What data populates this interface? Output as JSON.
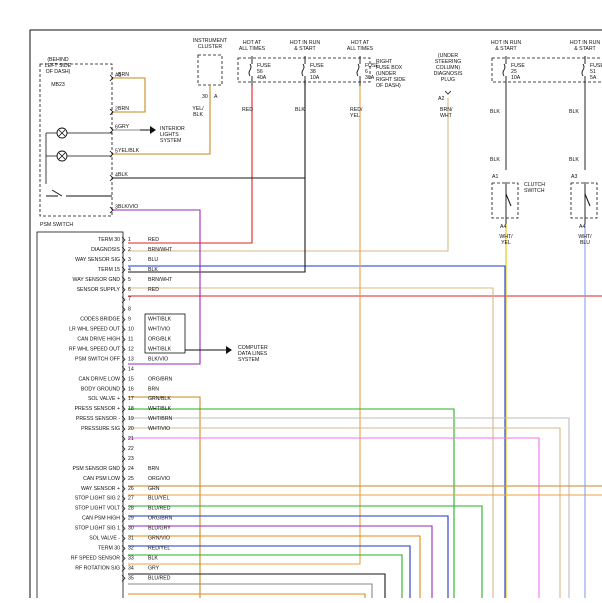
{
  "colors": {
    "RED": "#e02020",
    "BLK": "#1a1a1a",
    "BLU": "#1f37c9",
    "BRN": "#c98a1c",
    "YEL": "#e6c200",
    "GRN": "#24b024",
    "ORG": "#e38a12",
    "VIO": "#9a28b8",
    "PINK": "#ee74ee",
    "GRY": "#8a8a8a",
    "ltgray": "#bdbdbd",
    "tan": "#d8b888",
    "orange": "#eda040"
  },
  "top": {
    "behind_dash": [
      "(BEHIND",
      "LEFT SIDE",
      "OF DASH)",
      "MB23"
    ],
    "instrument_cluster": [
      "INSTRUMENT",
      "CLUSTER"
    ],
    "cluster_pin": [
      "30",
      "A"
    ],
    "cluster_wire": [
      "YEL/",
      "BLK"
    ],
    "fuse_box": [
      {
        "hdr": [
          "HOT AT",
          "ALL TIMES"
        ],
        "fuse": [
          "FUSE",
          "56",
          "40A"
        ],
        "wire": [
          "RED"
        ]
      },
      {
        "hdr": [
          "HOT IN RUN",
          "& START"
        ],
        "fuse": [
          "FUSE",
          "38",
          "10A"
        ],
        "wire": [
          "BLK"
        ]
      },
      {
        "hdr": [
          "HOT AT",
          "ALL TIMES"
        ],
        "fuse": [
          "FUSE",
          "6",
          "30A"
        ],
        "wire": [
          "RED/",
          "YEL"
        ]
      }
    ],
    "right_fuse_box": [
      "RIGHT",
      "FUSE BOX",
      "(UNDER",
      "RIGHT SIDE",
      "OF DASH)"
    ],
    "diag_plug": [
      "(UNDER",
      "STEERING",
      "COLUMN)",
      "DIAGNOSIS",
      "PLUG"
    ],
    "diag_pin": "A2",
    "diag_wire": [
      "BRN/",
      "WHT"
    ],
    "right_fuses": [
      {
        "hdr": [
          "HOT IN RUN",
          "& START"
        ],
        "fuse": [
          "FUSE",
          "25",
          "10A"
        ],
        "w1": "BLK",
        "w2": "BLK",
        "pin": "A1",
        "pin2": "A4",
        "wire": [
          "WHT/",
          "YEL"
        ]
      },
      {
        "hdr": [
          "HOT IN RUN",
          "& START"
        ],
        "fuse": [
          "FUSE",
          "51",
          "5A"
        ],
        "w1": "BLK",
        "w2": "BLK",
        "pin": "A3",
        "pin2": "A4",
        "wire": [
          "WHT/",
          "BLU"
        ]
      }
    ],
    "clutch_switch": [
      "CLUTCH",
      "SWITCH"
    ]
  },
  "psm": {
    "switch_label": "PSM SWITCH",
    "pins": [
      {
        "pin": "A1",
        "wire": "BRN"
      },
      {
        "pin": "2",
        "wire": "BRN"
      },
      {
        "pin": "6",
        "wire": "GRY"
      },
      {
        "pin": "5",
        "wire": "YEL/BLK"
      },
      {
        "pin": "4",
        "wire": "BLK"
      },
      {
        "pin": "3",
        "wire": "BLK/VIO"
      }
    ],
    "interior_lights": [
      "INTERIOR",
      "LIGHTS",
      "SYSTEM"
    ]
  },
  "module": {
    "rows": [
      {
        "label": "TERM 30",
        "pin": "1",
        "wire": "RED"
      },
      {
        "label": "DIAGNOSIS",
        "pin": "2",
        "wire": "BRN/WHT"
      },
      {
        "label": "WAY SENSOR SIG",
        "pin": "3",
        "wire": "BLU"
      },
      {
        "label": "TERM 15",
        "pin": "4",
        "wire": "BLK"
      },
      {
        "label": "WAY SENSOR GND",
        "pin": "5",
        "wire": "BRN/WHT"
      },
      {
        "label": "SENSOR SUPPLY",
        "pin": "6",
        "wire": "RED"
      },
      {
        "label": "",
        "pin": "7",
        "wire": ""
      },
      {
        "label": "",
        "pin": "8",
        "wire": ""
      },
      {
        "label": "CODES BRIDGE",
        "pin": "9",
        "wire": "WHT/BLK"
      },
      {
        "label": "LR WHL SPEED OUT",
        "pin": "10",
        "wire": "WHT/VIO"
      },
      {
        "label": "CAN DRIVE HIGH",
        "pin": "11",
        "wire": "ORG/BLK"
      },
      {
        "label": "RF WHL SPEED OUT",
        "pin": "12",
        "wire": "WHT/BLK"
      },
      {
        "label": "PSM SWITCH OFF",
        "pin": "13",
        "wire": "BLK/VIO"
      },
      {
        "label": "",
        "pin": "14",
        "wire": ""
      },
      {
        "label": "CAN DRIVE LOW",
        "pin": "15",
        "wire": "ORG/BRN"
      },
      {
        "label": "BODY GROUND",
        "pin": "16",
        "wire": "BRN"
      },
      {
        "label": "SOL VALVE +",
        "pin": "17",
        "wire": "GRN/BLK"
      },
      {
        "label": "PRESS SENSOR +",
        "pin": "18",
        "wire": "WHT/BLK"
      },
      {
        "label": "PRESS SENSOR -",
        "pin": "19",
        "wire": "WHT/BRN"
      },
      {
        "label": "PRESSURE SIG",
        "pin": "20",
        "wire": "WHT/VIO"
      },
      {
        "label": "",
        "pin": "21",
        "wire": ""
      },
      {
        "label": "",
        "pin": "22",
        "wire": ""
      },
      {
        "label": "",
        "pin": "23",
        "wire": ""
      },
      {
        "label": "PSM SENSOR GND",
        "pin": "24",
        "wire": "BRN"
      },
      {
        "label": "CAN PSM LOW",
        "pin": "25",
        "wire": "ORG/VIO"
      },
      {
        "label": "WAY SENSOR +",
        "pin": "26",
        "wire": "GRN"
      },
      {
        "label": "STOP LIGHT SIG 2",
        "pin": "27",
        "wire": "BLU/YEL"
      },
      {
        "label": "STOP LIGHT VOLT",
        "pin": "28",
        "wire": "BLU/RED"
      },
      {
        "label": "CAN PSM HIGH",
        "pin": "29",
        "wire": "ORG/BRN"
      },
      {
        "label": "STOP LIGHT SIG 1",
        "pin": "30",
        "wire": "BLU/GRY"
      },
      {
        "label": "SOL VALVE -",
        "pin": "31",
        "wire": "GRN/VIO"
      },
      {
        "label": "TERM 30",
        "pin": "32",
        "wire": "RED/YEL"
      },
      {
        "label": "RF SPEED SENSOR",
        "pin": "33",
        "wire": "BLK"
      },
      {
        "label": "RF ROTATION SIG",
        "pin": "34",
        "wire": "GRY"
      },
      {
        "label": "",
        "pin": "35",
        "wire": "BLU/RED"
      }
    ],
    "computer_data_lines": [
      "COMPUTER",
      "DATA LINES",
      "SYSTEM"
    ]
  }
}
